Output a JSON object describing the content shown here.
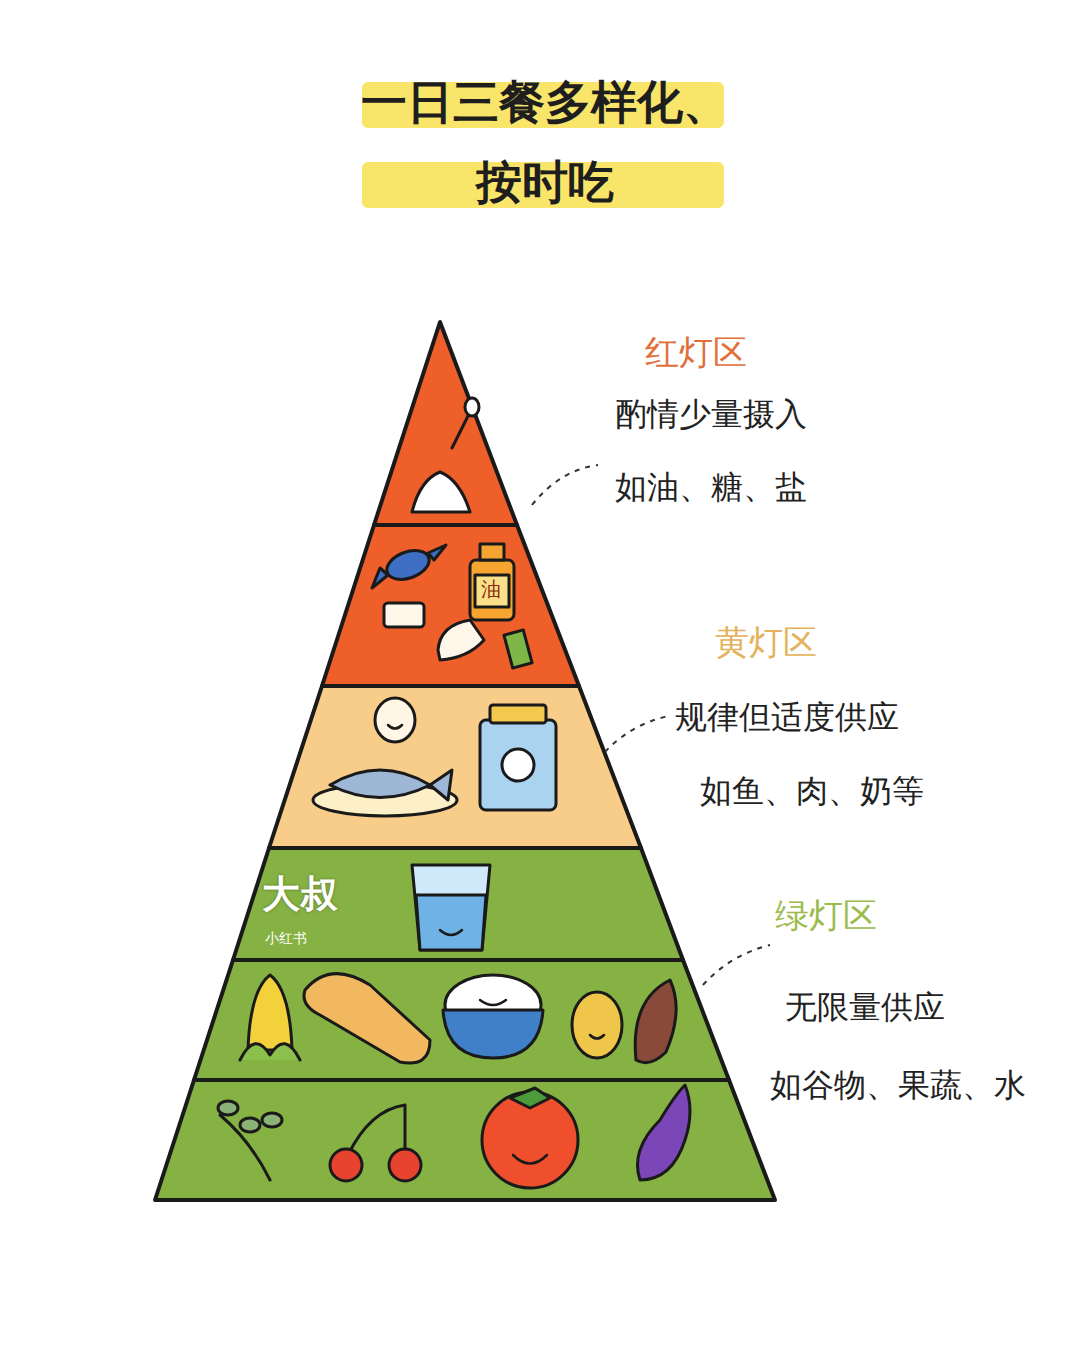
{
  "diagram": {
    "title": "一日三餐多样化、 按时吃",
    "labels": [
      "红灯区",
      "酌情少量摄入",
      "如油、糖、盐",
      "黄灯区",
      "规律但适度供应",
      "如鱼、肉、奶等",
      "绿灯区",
      "无限量供应",
      "如谷物、果蔬、水",
      "油",
      "大叔",
      "小红书"
    ]
  }
}
